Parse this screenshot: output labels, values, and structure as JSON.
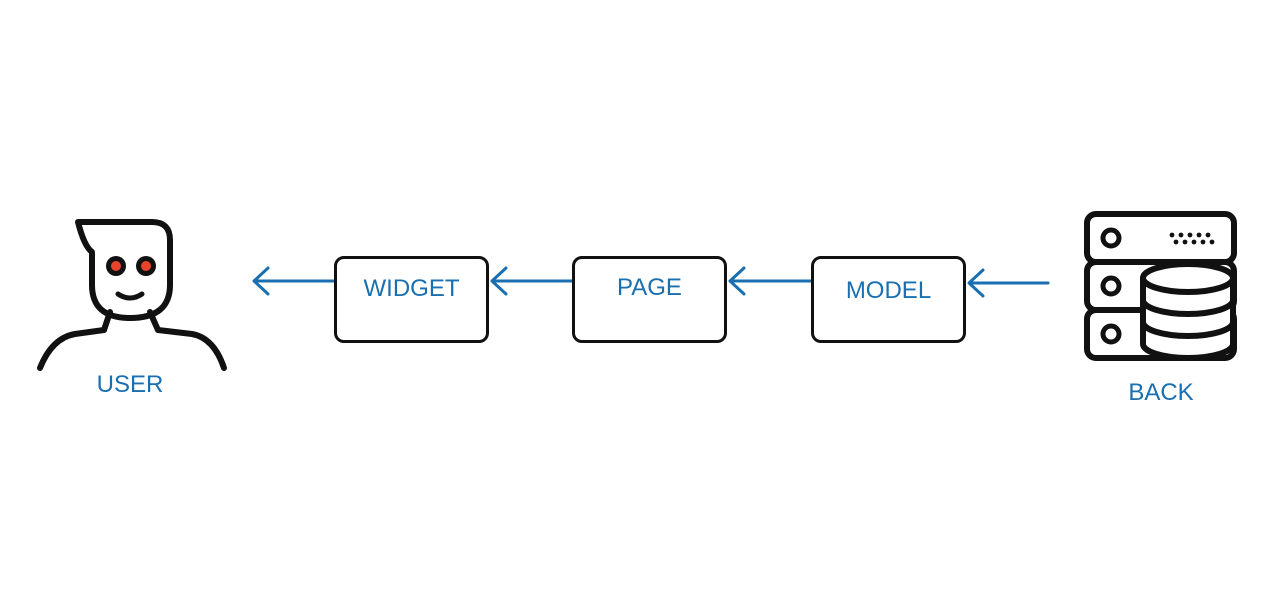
{
  "diagram": {
    "nodes": {
      "user": {
        "label": "USER",
        "icon": "user-icon"
      },
      "widget": {
        "label": "WIDGET"
      },
      "page": {
        "label": "PAGE"
      },
      "model": {
        "label": "MODEL"
      },
      "back": {
        "label": "BACK",
        "icon": "server-database-icon"
      }
    },
    "edges": [
      {
        "from": "back",
        "to": "model"
      },
      {
        "from": "model",
        "to": "page"
      },
      {
        "from": "page",
        "to": "widget"
      },
      {
        "from": "widget",
        "to": "user"
      }
    ]
  },
  "colors": {
    "accent": "#1a6fb0",
    "outline": "#111111",
    "eyes": "#e8432b"
  }
}
